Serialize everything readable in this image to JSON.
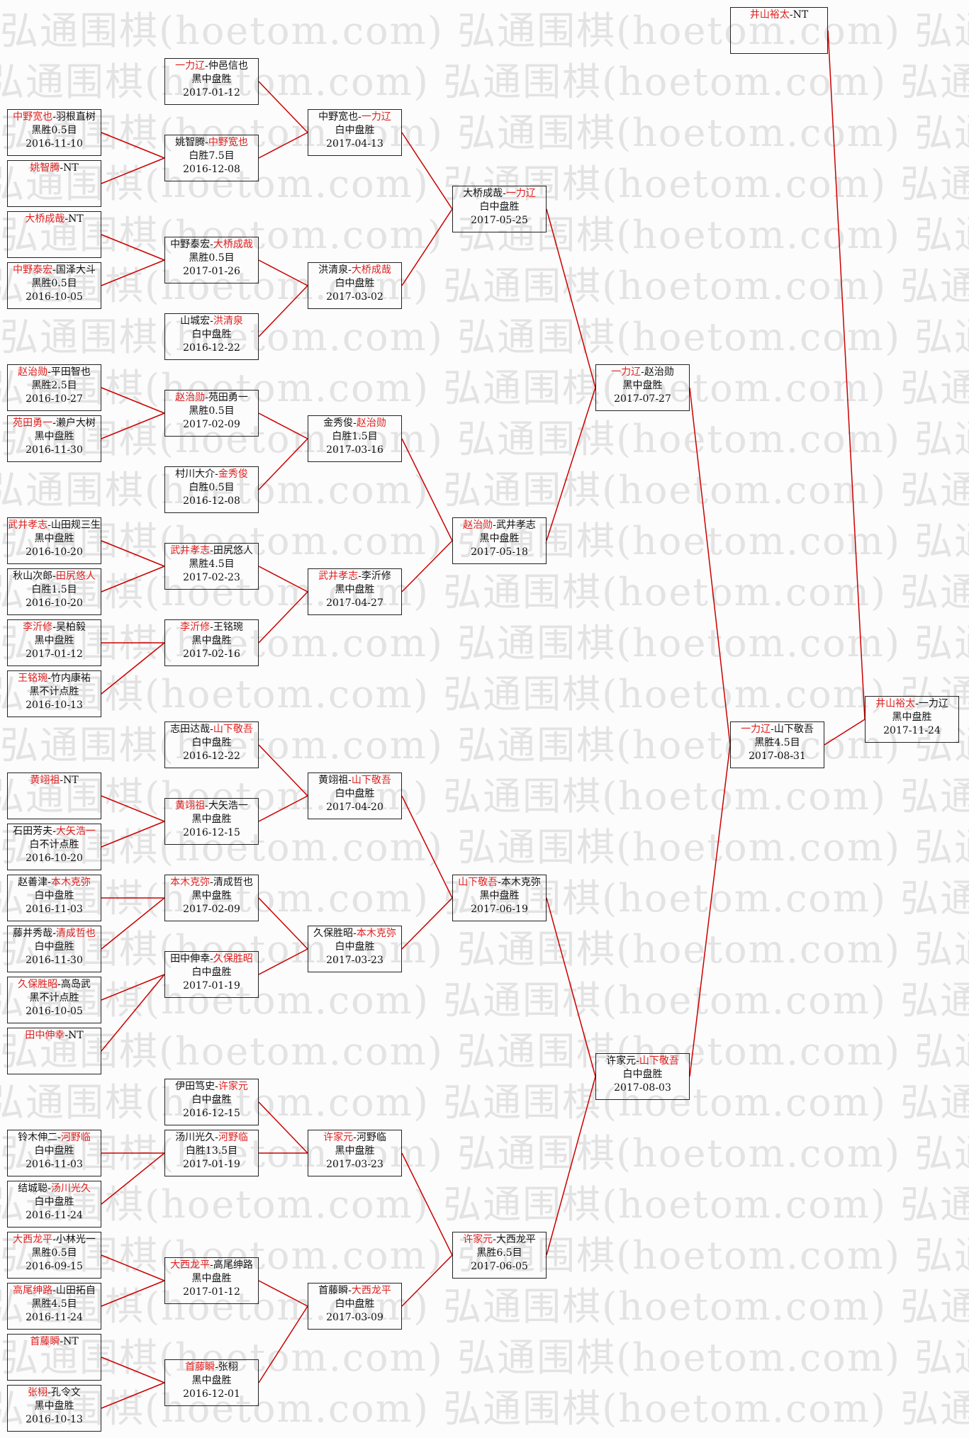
{
  "watermark": "弘通围棋(hoetom.com)",
  "colors": {
    "winner": "#e02020",
    "line": "#cc0000",
    "border": "#222222"
  },
  "matches": [
    {
      "id": "c1m1",
      "players": [
        {
          "name": "中野宽也",
          "win": true
        },
        {
          "name": "羽根直树"
        }
      ],
      "result": "黑胜0.5目",
      "date": "2016-11-10"
    },
    {
      "id": "c1m2",
      "players": [
        {
          "name": "姚智腾",
          "win": true
        },
        {
          "name": "NT"
        }
      ],
      "result": "",
      "date": ""
    },
    {
      "id": "c1m3",
      "players": [
        {
          "name": "大桥成哉",
          "win": true
        },
        {
          "name": "NT"
        }
      ],
      "result": "",
      "date": ""
    },
    {
      "id": "c1m4",
      "players": [
        {
          "name": "中野泰宏",
          "win": true
        },
        {
          "name": "国泽大斗"
        }
      ],
      "result": "黑胜0.5目",
      "date": "2016-10-05"
    },
    {
      "id": "c1m5",
      "players": [
        {
          "name": "赵治勋",
          "win": true
        },
        {
          "name": "平田智也"
        }
      ],
      "result": "黑胜2.5目",
      "date": "2016-10-27"
    },
    {
      "id": "c1m6",
      "players": [
        {
          "name": "苑田勇一",
          "win": true
        },
        {
          "name": "濑户大树"
        }
      ],
      "result": "黑中盘胜",
      "date": "2016-11-30"
    },
    {
      "id": "c1m7",
      "players": [
        {
          "name": "武井孝志",
          "win": true
        },
        {
          "name": "山田规三生"
        }
      ],
      "result": "黑中盘胜",
      "date": "2016-10-20"
    },
    {
      "id": "c1m8",
      "players": [
        {
          "name": "秋山次郎"
        },
        {
          "name": "田尻悠人",
          "win": true
        }
      ],
      "result": "白胜1.5目",
      "date": "2016-10-20"
    },
    {
      "id": "c1m9",
      "players": [
        {
          "name": "李沂修",
          "win": true
        },
        {
          "name": "吴柏毅"
        }
      ],
      "result": "黑中盘胜",
      "date": "2017-01-12"
    },
    {
      "id": "c1m10",
      "players": [
        {
          "name": "王铭琬",
          "win": true
        },
        {
          "name": "竹内康祐"
        }
      ],
      "result": "黑不计点胜",
      "date": "2016-10-13"
    },
    {
      "id": "c1m11",
      "players": [
        {
          "name": "黄翊祖",
          "win": true
        },
        {
          "name": "NT"
        }
      ],
      "result": "",
      "date": ""
    },
    {
      "id": "c1m12",
      "players": [
        {
          "name": "石田芳夫"
        },
        {
          "name": "大矢浩一",
          "win": true
        }
      ],
      "result": "白不计点胜",
      "date": "2016-10-20"
    },
    {
      "id": "c1m13",
      "players": [
        {
          "name": "赵善津"
        },
        {
          "name": "本木克弥",
          "win": true
        }
      ],
      "result": "白中盘胜",
      "date": "2016-11-03"
    },
    {
      "id": "c1m14",
      "players": [
        {
          "name": "藤井秀哉"
        },
        {
          "name": "清成哲也",
          "win": true
        }
      ],
      "result": "白中盘胜",
      "date": "2016-11-30"
    },
    {
      "id": "c1m15",
      "players": [
        {
          "name": "久保胜昭",
          "win": true
        },
        {
          "name": "高岛武"
        }
      ],
      "result": "黑不计点胜",
      "date": "2016-10-05"
    },
    {
      "id": "c1m16",
      "players": [
        {
          "name": "田中伸幸",
          "win": true
        },
        {
          "name": "NT"
        }
      ],
      "result": "",
      "date": ""
    },
    {
      "id": "c1m17",
      "players": [
        {
          "name": "铃木伸二"
        },
        {
          "name": "河野临",
          "win": true
        }
      ],
      "result": "白中盘胜",
      "date": "2016-11-03"
    },
    {
      "id": "c1m18",
      "players": [
        {
          "name": "结城聪"
        },
        {
          "name": "汤川光久",
          "win": true
        }
      ],
      "result": "白中盘胜",
      "date": "2016-11-24"
    },
    {
      "id": "c1m19",
      "players": [
        {
          "name": "大西龙平",
          "win": true
        },
        {
          "name": "小林光一"
        }
      ],
      "result": "黑胜0.5目",
      "date": "2016-09-15"
    },
    {
      "id": "c1m20",
      "players": [
        {
          "name": "高尾绅路",
          "win": true
        },
        {
          "name": "山田拓自"
        }
      ],
      "result": "黑胜4.5目",
      "date": "2016-11-24"
    },
    {
      "id": "c1m21",
      "players": [
        {
          "name": "首藤瞬",
          "win": true
        },
        {
          "name": "NT"
        }
      ],
      "result": "",
      "date": ""
    },
    {
      "id": "c1m22",
      "players": [
        {
          "name": "张栩",
          "win": true
        },
        {
          "name": "孔令文"
        }
      ],
      "result": "黑中盘胜",
      "date": "2016-10-13"
    },
    {
      "id": "c2m1",
      "players": [
        {
          "name": "一力辽",
          "win": true
        },
        {
          "name": "仲邑信也"
        }
      ],
      "result": "黑中盘胜",
      "date": "2017-01-12"
    },
    {
      "id": "c2m2",
      "players": [
        {
          "name": "姚智腾"
        },
        {
          "name": "中野宽也",
          "win": true
        }
      ],
      "result": "白胜7.5目",
      "date": "2016-12-08"
    },
    {
      "id": "c2m3",
      "players": [
        {
          "name": "中野泰宏"
        },
        {
          "name": "大桥成哉",
          "win": true
        }
      ],
      "result": "黑胜0.5目",
      "date": "2017-01-26"
    },
    {
      "id": "c2m4",
      "players": [
        {
          "name": "山城宏"
        },
        {
          "name": "洪清泉",
          "win": true
        }
      ],
      "result": "白中盘胜",
      "date": "2016-12-22"
    },
    {
      "id": "c2m5",
      "players": [
        {
          "name": "赵治勋",
          "win": true
        },
        {
          "name": "苑田勇一"
        }
      ],
      "result": "黑胜0.5目",
      "date": "2017-02-09"
    },
    {
      "id": "c2m6",
      "players": [
        {
          "name": "村川大介"
        },
        {
          "name": "金秀俊",
          "win": true
        }
      ],
      "result": "白胜0.5目",
      "date": "2016-12-08"
    },
    {
      "id": "c2m7",
      "players": [
        {
          "name": "武井孝志",
          "win": true
        },
        {
          "name": "田尻悠人"
        }
      ],
      "result": "黑胜4.5目",
      "date": "2017-02-23"
    },
    {
      "id": "c2m8",
      "players": [
        {
          "name": "李沂修",
          "win": true
        },
        {
          "name": "王铭琬"
        }
      ],
      "result": "黑中盘胜",
      "date": "2017-02-16"
    },
    {
      "id": "c2m9",
      "players": [
        {
          "name": "志田达哉"
        },
        {
          "name": "山下敬吾",
          "win": true
        }
      ],
      "result": "白中盘胜",
      "date": "2016-12-22"
    },
    {
      "id": "c2m10",
      "players": [
        {
          "name": "黄翊祖",
          "win": true
        },
        {
          "name": "大矢浩一"
        }
      ],
      "result": "黑中盘胜",
      "date": "2016-12-15"
    },
    {
      "id": "c2m11",
      "players": [
        {
          "name": "本木克弥",
          "win": true
        },
        {
          "name": "清成哲也"
        }
      ],
      "result": "黑中盘胜",
      "date": "2017-02-09"
    },
    {
      "id": "c2m12",
      "players": [
        {
          "name": "田中伸幸"
        },
        {
          "name": "久保胜昭",
          "win": true
        }
      ],
      "result": "白中盘胜",
      "date": "2017-01-19"
    },
    {
      "id": "c2m13",
      "players": [
        {
          "name": "伊田笃史"
        },
        {
          "name": "许家元",
          "win": true
        }
      ],
      "result": "白中盘胜",
      "date": "2016-12-15"
    },
    {
      "id": "c2m14",
      "players": [
        {
          "name": "汤川光久"
        },
        {
          "name": "河野临",
          "win": true
        }
      ],
      "result": "白胜13.5目",
      "date": "2017-01-19"
    },
    {
      "id": "c2m15",
      "players": [
        {
          "name": "大西龙平",
          "win": true
        },
        {
          "name": "高尾绅路"
        }
      ],
      "result": "黑中盘胜",
      "date": "2017-01-12"
    },
    {
      "id": "c2m16",
      "players": [
        {
          "name": "首藤瞬",
          "win": true
        },
        {
          "name": "张栩"
        }
      ],
      "result": "黑中盘胜",
      "date": "2016-12-01"
    },
    {
      "id": "c3m1",
      "players": [
        {
          "name": "中野宽也"
        },
        {
          "name": "一力辽",
          "win": true
        }
      ],
      "result": "白中盘胜",
      "date": "2017-04-13"
    },
    {
      "id": "c3m2",
      "players": [
        {
          "name": "洪清泉"
        },
        {
          "name": "大桥成哉",
          "win": true
        }
      ],
      "result": "白中盘胜",
      "date": "2017-03-02"
    },
    {
      "id": "c3m3",
      "players": [
        {
          "name": "金秀俊"
        },
        {
          "name": "赵治勋",
          "win": true
        }
      ],
      "result": "白胜1.5目",
      "date": "2017-03-16"
    },
    {
      "id": "c3m4",
      "players": [
        {
          "name": "武井孝志",
          "win": true
        },
        {
          "name": "李沂修"
        }
      ],
      "result": "黑中盘胜",
      "date": "2017-04-27"
    },
    {
      "id": "c3m5",
      "players": [
        {
          "name": "黄翊祖"
        },
        {
          "name": "山下敬吾",
          "win": true
        }
      ],
      "result": "白中盘胜",
      "date": "2017-04-20"
    },
    {
      "id": "c3m6",
      "players": [
        {
          "name": "久保胜昭"
        },
        {
          "name": "本木克弥",
          "win": true
        }
      ],
      "result": "白中盘胜",
      "date": "2017-03-23"
    },
    {
      "id": "c3m7",
      "players": [
        {
          "name": "许家元",
          "win": true
        },
        {
          "name": "河野临"
        }
      ],
      "result": "黑中盘胜",
      "date": "2017-03-23"
    },
    {
      "id": "c3m8",
      "players": [
        {
          "name": "首藤瞬"
        },
        {
          "name": "大西龙平",
          "win": true
        }
      ],
      "result": "白中盘胜",
      "date": "2017-03-09"
    },
    {
      "id": "c4m1",
      "players": [
        {
          "name": "大桥成哉"
        },
        {
          "name": "一力辽",
          "win": true
        }
      ],
      "result": "白中盘胜",
      "date": "2017-05-25"
    },
    {
      "id": "c4m2",
      "players": [
        {
          "name": "赵治勋",
          "win": true
        },
        {
          "name": "武井孝志"
        }
      ],
      "result": "黑中盘胜",
      "date": "2017-05-18"
    },
    {
      "id": "c4m3",
      "players": [
        {
          "name": "山下敬吾",
          "win": true
        },
        {
          "name": "本木克弥"
        }
      ],
      "result": "黑中盘胜",
      "date": "2017-06-19"
    },
    {
      "id": "c4m4",
      "players": [
        {
          "name": "许家元",
          "win": true
        },
        {
          "name": "大西龙平"
        }
      ],
      "result": "黑胜6.5目",
      "date": "2017-06-05"
    },
    {
      "id": "c5m1",
      "players": [
        {
          "name": "一力辽",
          "win": true
        },
        {
          "name": "赵治勋"
        }
      ],
      "result": "黑中盘胜",
      "date": "2017-07-27"
    },
    {
      "id": "c5m2",
      "players": [
        {
          "name": "许家元"
        },
        {
          "name": "山下敬吾",
          "win": true
        }
      ],
      "result": "白中盘胜",
      "date": "2017-08-03"
    },
    {
      "id": "c6m1",
      "players": [
        {
          "name": "一力辽",
          "win": true
        },
        {
          "name": "山下敬吾"
        }
      ],
      "result": "黑胜4.5目",
      "date": "2017-08-31"
    },
    {
      "id": "c7m1",
      "players": [
        {
          "name": "井山裕太",
          "win": true
        },
        {
          "name": "NT"
        }
      ],
      "result": "",
      "date": ""
    },
    {
      "id": "c7m2",
      "players": [
        {
          "name": "井山裕太",
          "win": true
        },
        {
          "name": "一力辽"
        }
      ],
      "result": "黑中盘胜",
      "date": "2017-11-24"
    }
  ]
}
